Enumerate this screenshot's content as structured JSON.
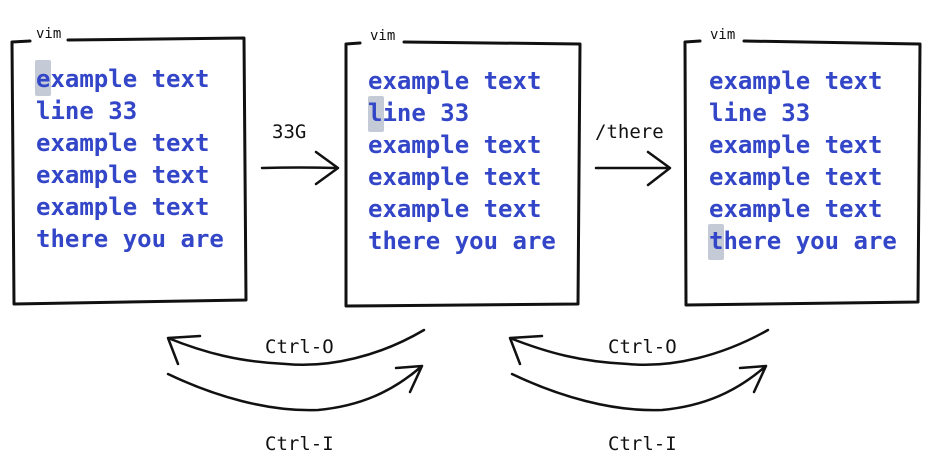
{
  "windows": [
    {
      "title": "vim",
      "lines": [
        "example text",
        "line 33",
        "example text",
        "example text",
        "example text",
        "there you are"
      ],
      "cursor": {
        "line": 0,
        "col": 0
      }
    },
    {
      "title": "vim",
      "lines": [
        "example text",
        "line 33",
        "example text",
        "example text",
        "example text",
        "there you are"
      ],
      "cursor": {
        "line": 1,
        "col": 0
      }
    },
    {
      "title": "vim",
      "lines": [
        "example text",
        "line 33",
        "example text",
        "example text",
        "example text",
        "there you are"
      ],
      "cursor": {
        "line": 5,
        "col": 0
      }
    }
  ],
  "commands": [
    "33G",
    "/there"
  ],
  "jumps": [
    {
      "back_label": "Ctrl-O",
      "forward_label": "Ctrl-I"
    },
    {
      "back_label": "Ctrl-O",
      "forward_label": "Ctrl-I"
    }
  ],
  "colors": {
    "text": "#3346c8",
    "cursor": "#c5cbd6",
    "ink": "#111111"
  }
}
